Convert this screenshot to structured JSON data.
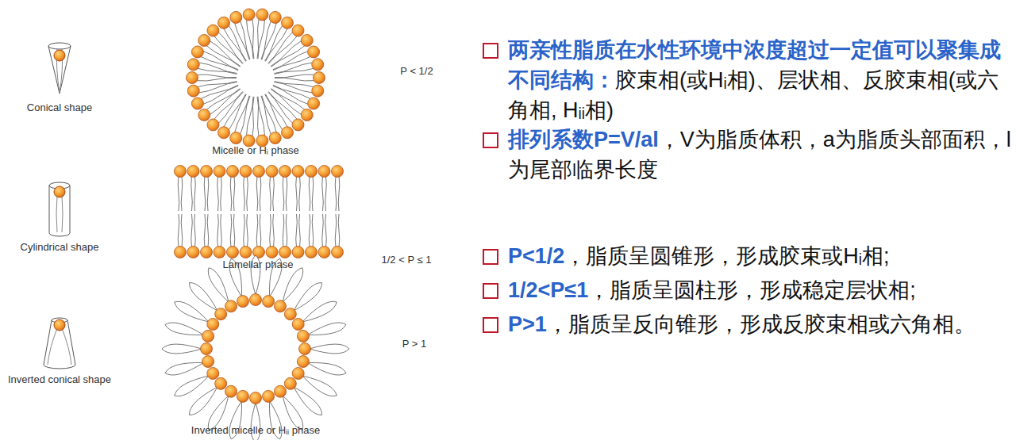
{
  "diagram": {
    "labels": [
      "Conical shape",
      "Cylindrical shape",
      "Inverted conical shape",
      "Micelle or Hᵢ phase",
      "Lamellar phase",
      "Inverted micelle or Hᵢᵢ phase",
      "P < 1/2",
      "1/2 < P ≤ 1",
      "P > 1",
      "两亲性脂质在水性环境中浓度超过一定值可以聚集成不同结构：",
      "胶束相(或Hᵢ相)、层状相、反胶束相(或六角相, Hᵢᵢ相)",
      "排列系数P=V/al",
      "，V为脂质体积，a为脂质头部面积，l为尾部临界长度",
      "P<1/2",
      "，脂质呈圆锥形，形成胶束或Hᵢ相;",
      "1/2<P≤1",
      "，脂质呈圆柱形，形成稳定层状相;",
      "P>1",
      "，脂质呈反向锥形，形成反胶束相或六角相。"
    ]
  }
}
